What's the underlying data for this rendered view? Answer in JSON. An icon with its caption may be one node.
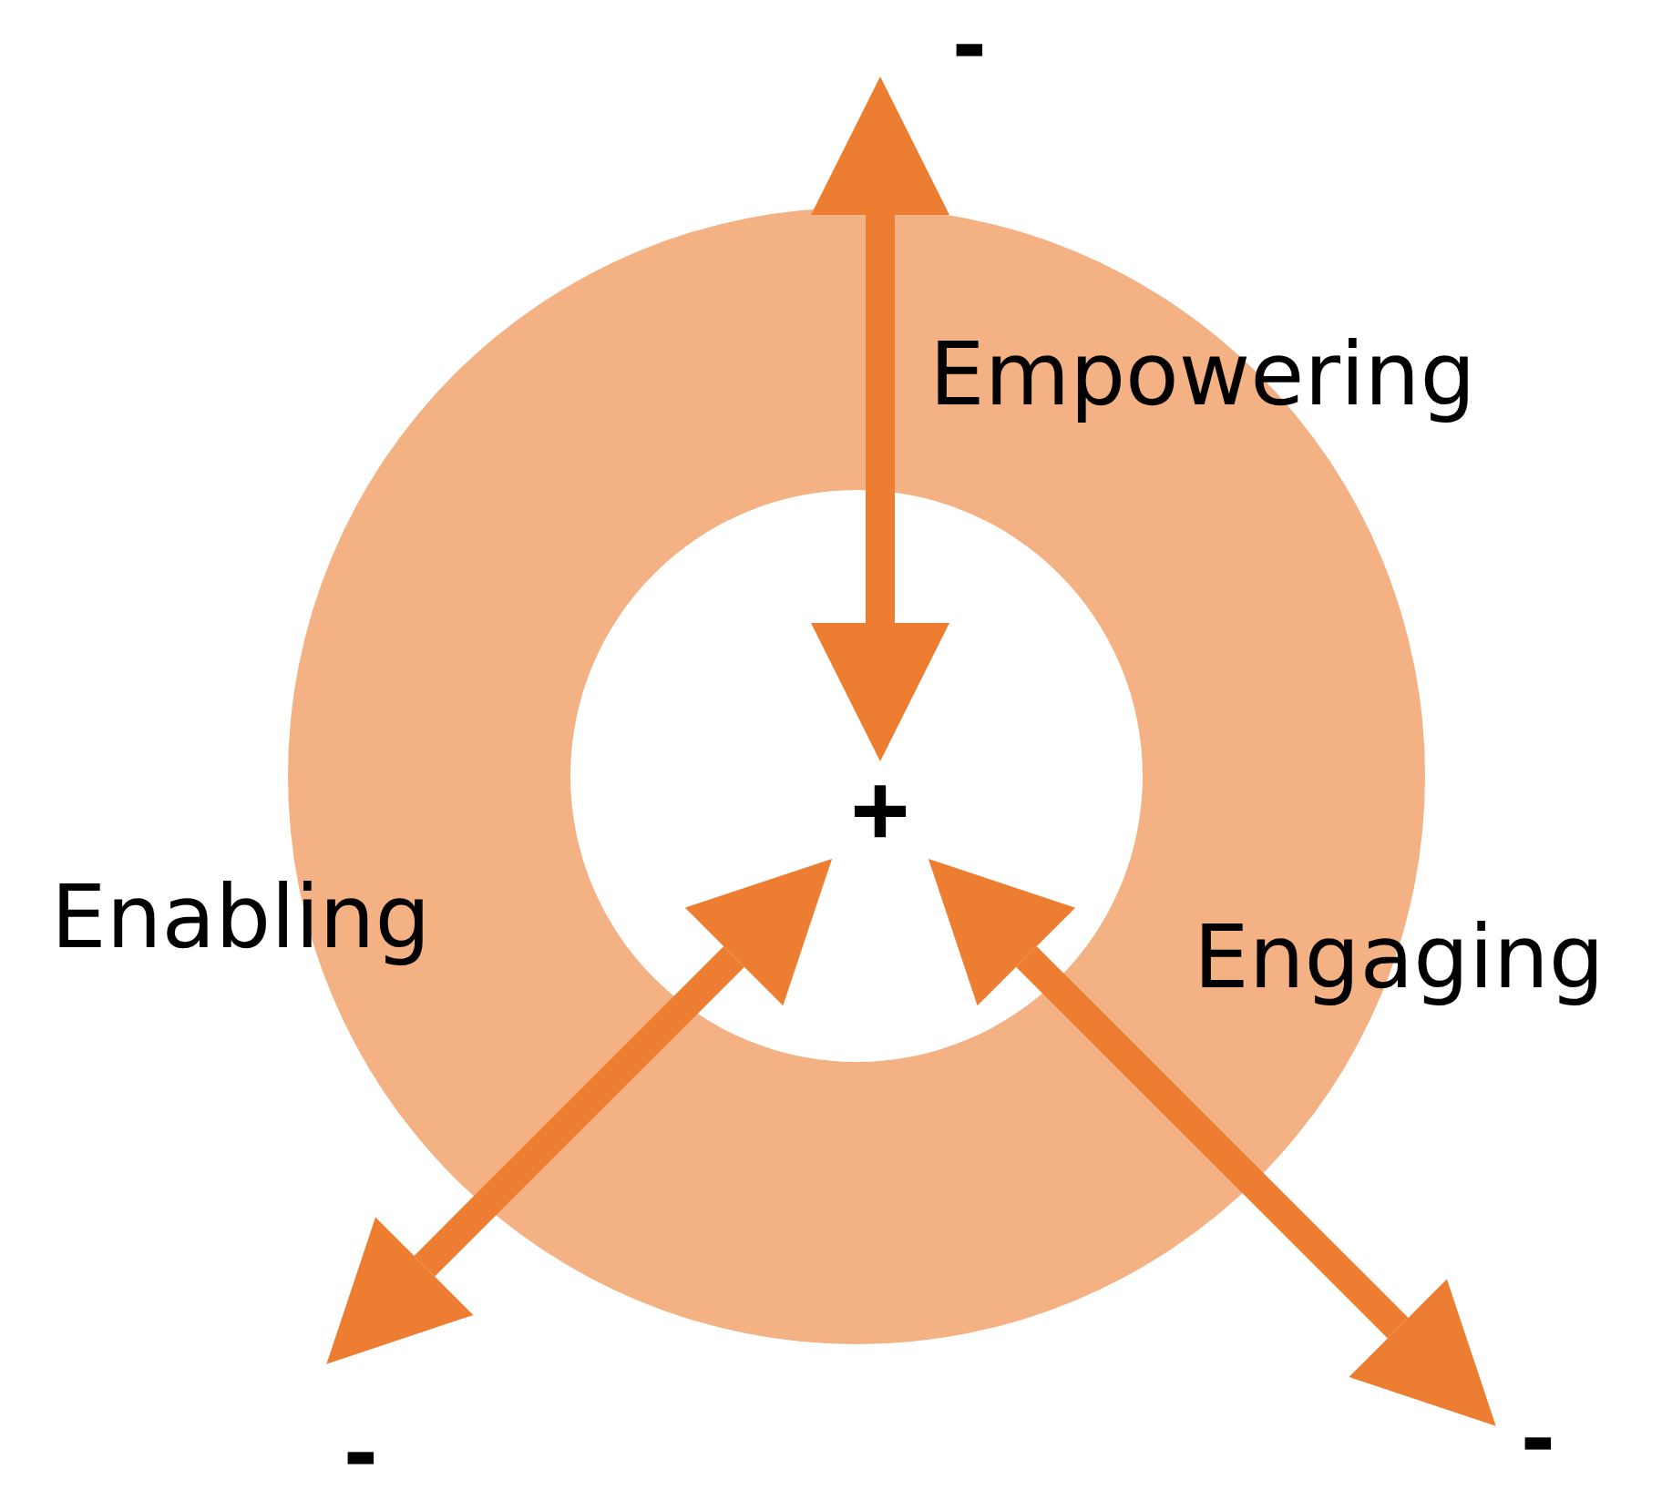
{
  "diagram": {
    "nodes": [
      {
        "text": [
          "+"
        ]
      },
      {
        "text": [
          "-"
        ]
      },
      {
        "text": [
          "-"
        ]
      },
      {
        "text": [
          "-"
        ]
      }
    ],
    "edges": [
      {
        "from": 0,
        "to": 1,
        "arrow": "both",
        "label": "Empowering"
      },
      {
        "from": 0,
        "to": 2,
        "arrow": "both",
        "label": "Enabling"
      },
      {
        "from": 0,
        "to": 3,
        "arrow": "both",
        "label": "Engaging"
      }
    ]
  }
}
